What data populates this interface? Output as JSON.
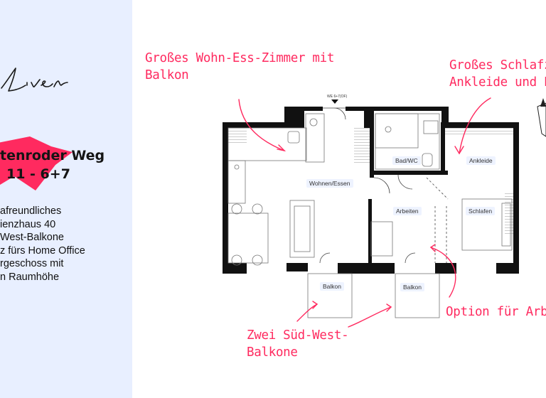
{
  "project": {
    "title_line1": "tenroder Weg",
    "title_line2": "11 - 6+7",
    "features": [
      "afreundliches",
      "ienzhaus 40",
      "West-Balkone",
      "z fürs Home Office",
      "rgeschoss mit",
      "n Raumhöhe"
    ]
  },
  "brand": {
    "logo_text": "Liven",
    "accent_color": "#ff2a5f",
    "sidebar_color": "#e8efff"
  },
  "annotations": {
    "wohn_line1": "Großes Wohn-Ess-Zimmer mit",
    "wohn_line2": "Balkon",
    "schlaf_line1": "Großes Schlafz",
    "schlaf_line2": "Ankleide und En",
    "balkone_line1": "Zwei Süd-West-",
    "balkone_line2": "Balkone",
    "arbeit": "Option für Arbeit"
  },
  "rooms": {
    "wohnen": "Wohnen/Essen",
    "bad": "Bad/WC",
    "ankleide": "Ankleide",
    "arbeiten": "Arbeiten",
    "schlafen": "Schlafen",
    "balkon1": "Balkon",
    "balkon2": "Balkon"
  },
  "entrance_label": "WE 6+7(OF)",
  "compass_icon": "compass-icon"
}
